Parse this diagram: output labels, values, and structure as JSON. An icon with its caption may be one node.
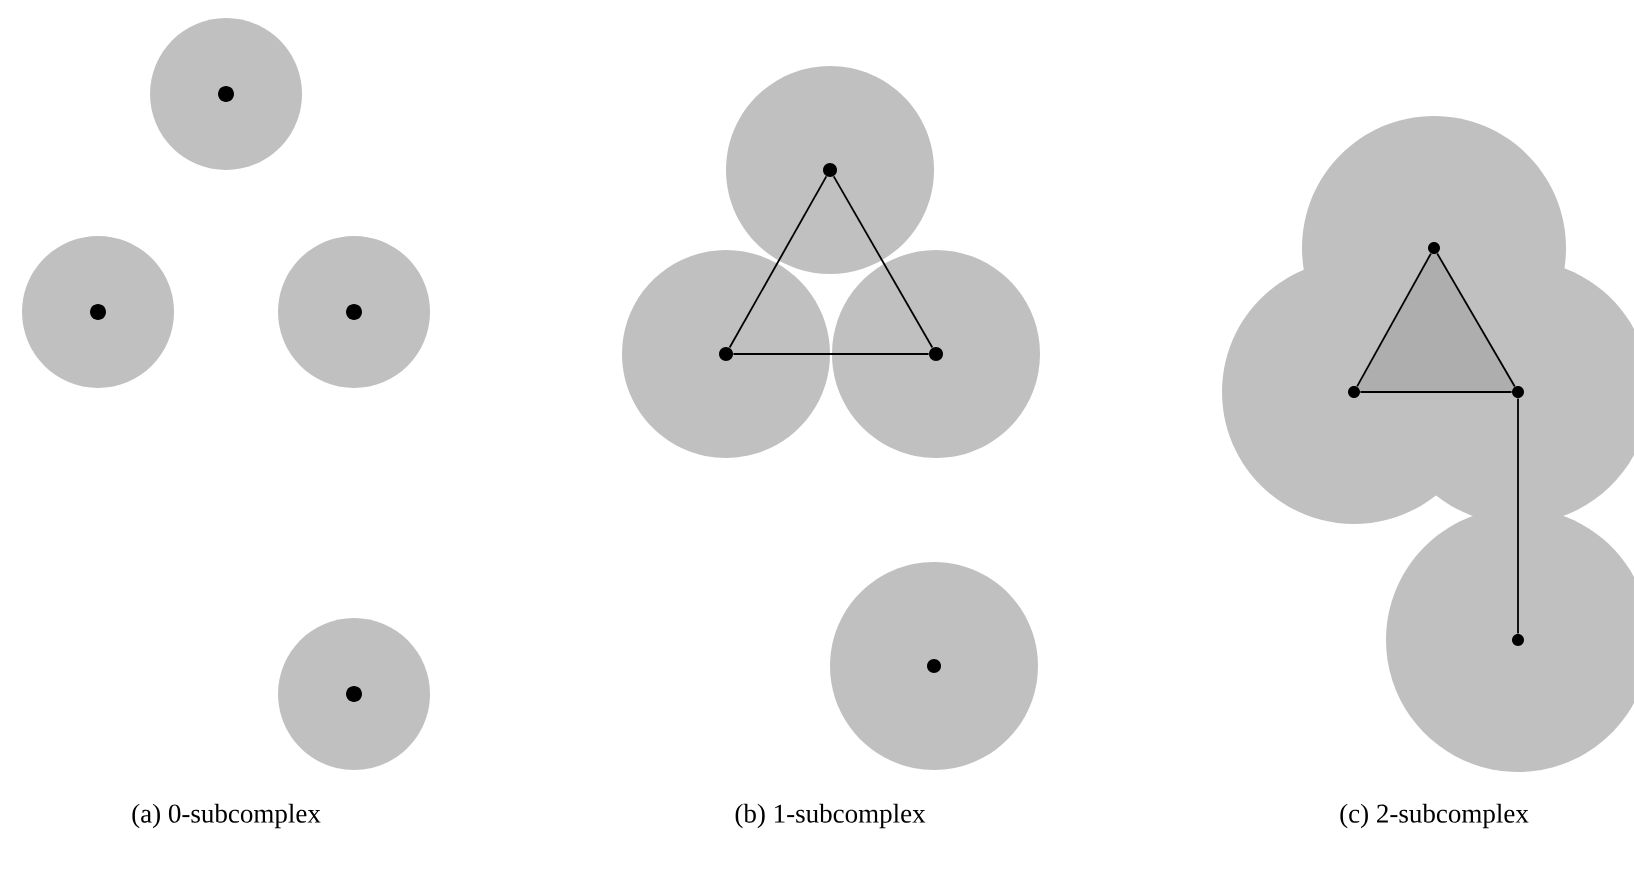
{
  "diagram": {
    "nodes": [
      {
        "text": [],
        "shape": "circle"
      },
      {
        "text": [],
        "shape": "circle"
      },
      {
        "text": [],
        "shape": "circle"
      },
      {
        "text": [],
        "shape": "circle"
      },
      {
        "text": [],
        "shape": "circle"
      },
      {
        "text": [],
        "shape": "circle"
      },
      {
        "text": [],
        "shape": "circle"
      },
      {
        "text": [],
        "shape": "circle"
      },
      {
        "text": [],
        "shape": "circle"
      },
      {
        "text": [],
        "shape": "circle"
      },
      {
        "text": [],
        "shape": "circle"
      },
      {
        "text": [],
        "shape": "circle"
      }
    ],
    "edges": [
      {
        "from": 4,
        "to": 5,
        "arrow": "none"
      },
      {
        "from": 4,
        "to": 6,
        "arrow": "none"
      },
      {
        "from": 5,
        "to": 6,
        "arrow": "none"
      },
      {
        "from": 8,
        "to": 9,
        "arrow": "none"
      },
      {
        "from": 8,
        "to": 10,
        "arrow": "none"
      },
      {
        "from": 9,
        "to": 10,
        "arrow": "none"
      },
      {
        "from": 10,
        "to": 11,
        "arrow": "none"
      }
    ],
    "labels": [
      "(a) 0-subcomplex",
      "(b) 1-subcomplex",
      "(c) 2-subcomplex"
    ]
  }
}
